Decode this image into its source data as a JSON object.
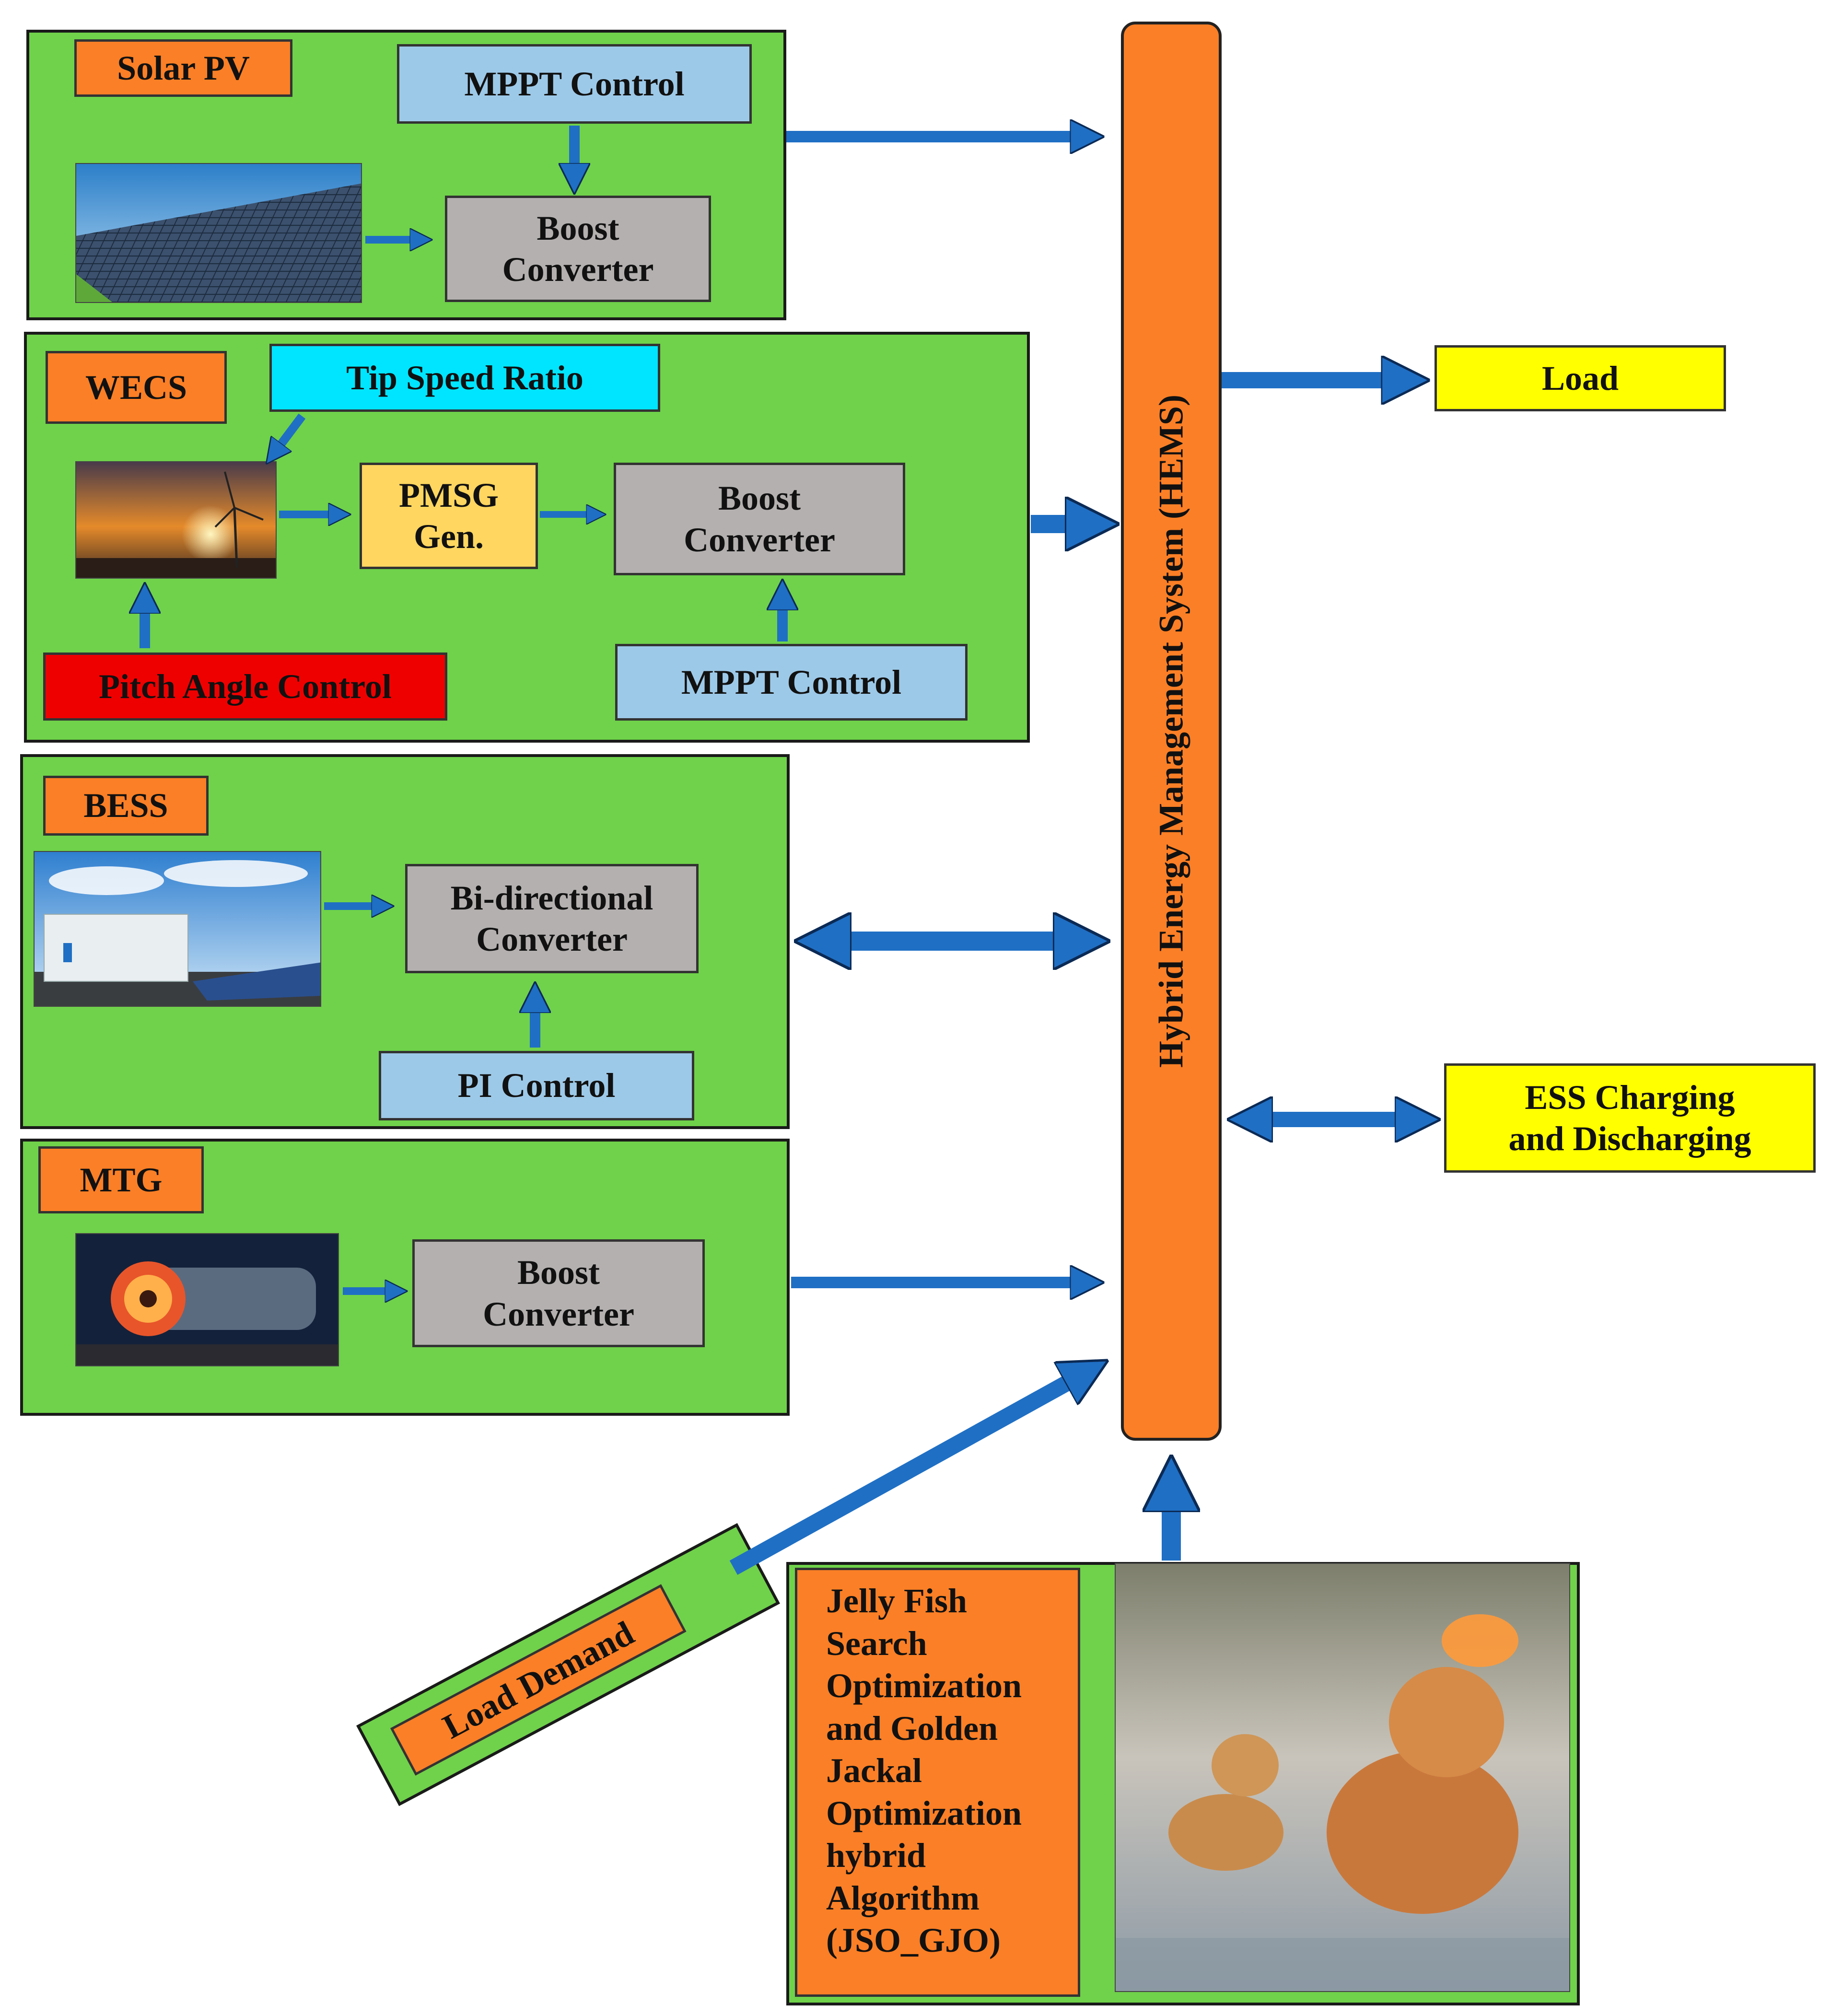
{
  "blocks": {
    "solar": {
      "title": "Solar PV",
      "mppt": "MPPT Control",
      "converter": "Boost\nConverter"
    },
    "wecs": {
      "title": "WECS",
      "tsr": "Tip Speed Ratio",
      "pmsg": "PMSG\nGen.",
      "converter": "Boost\nConverter",
      "pitch": "Pitch Angle Control",
      "mppt": "MPPT Control"
    },
    "bess": {
      "title": "BESS",
      "converter": "Bi-directional\nConverter",
      "pi": "PI Control"
    },
    "mtg": {
      "title": "MTG",
      "converter": "Boost\nConverter"
    }
  },
  "hems": {
    "label": "Hybrid Energy Management System (HEMS)"
  },
  "outputs": {
    "load": "Load",
    "ess": "ESS Charging\nand Discharging"
  },
  "load_demand": "Load Demand",
  "algorithm": "Jelly Fish\nSearch\nOptimization\nand Golden\nJackal\nOptimization\nhybrid\nAlgorithm\n(JSO_GJO)",
  "colors": {
    "panel_green": "#6fd24a",
    "orange": "#fb7f26",
    "arrow_blue": "#1f6fc4",
    "light_blue": "#9dc9e8",
    "cyan": "#00e5ff",
    "yellow": "#ffff00",
    "red": "#ee0000",
    "gray": "#b3b0af",
    "gold": "#fed660"
  },
  "icons": [
    "solar-panel-photo",
    "wind-turbine-photo",
    "battery-storage-photo",
    "turbine-engine-photo",
    "jackal-jellyfish-photo"
  ]
}
